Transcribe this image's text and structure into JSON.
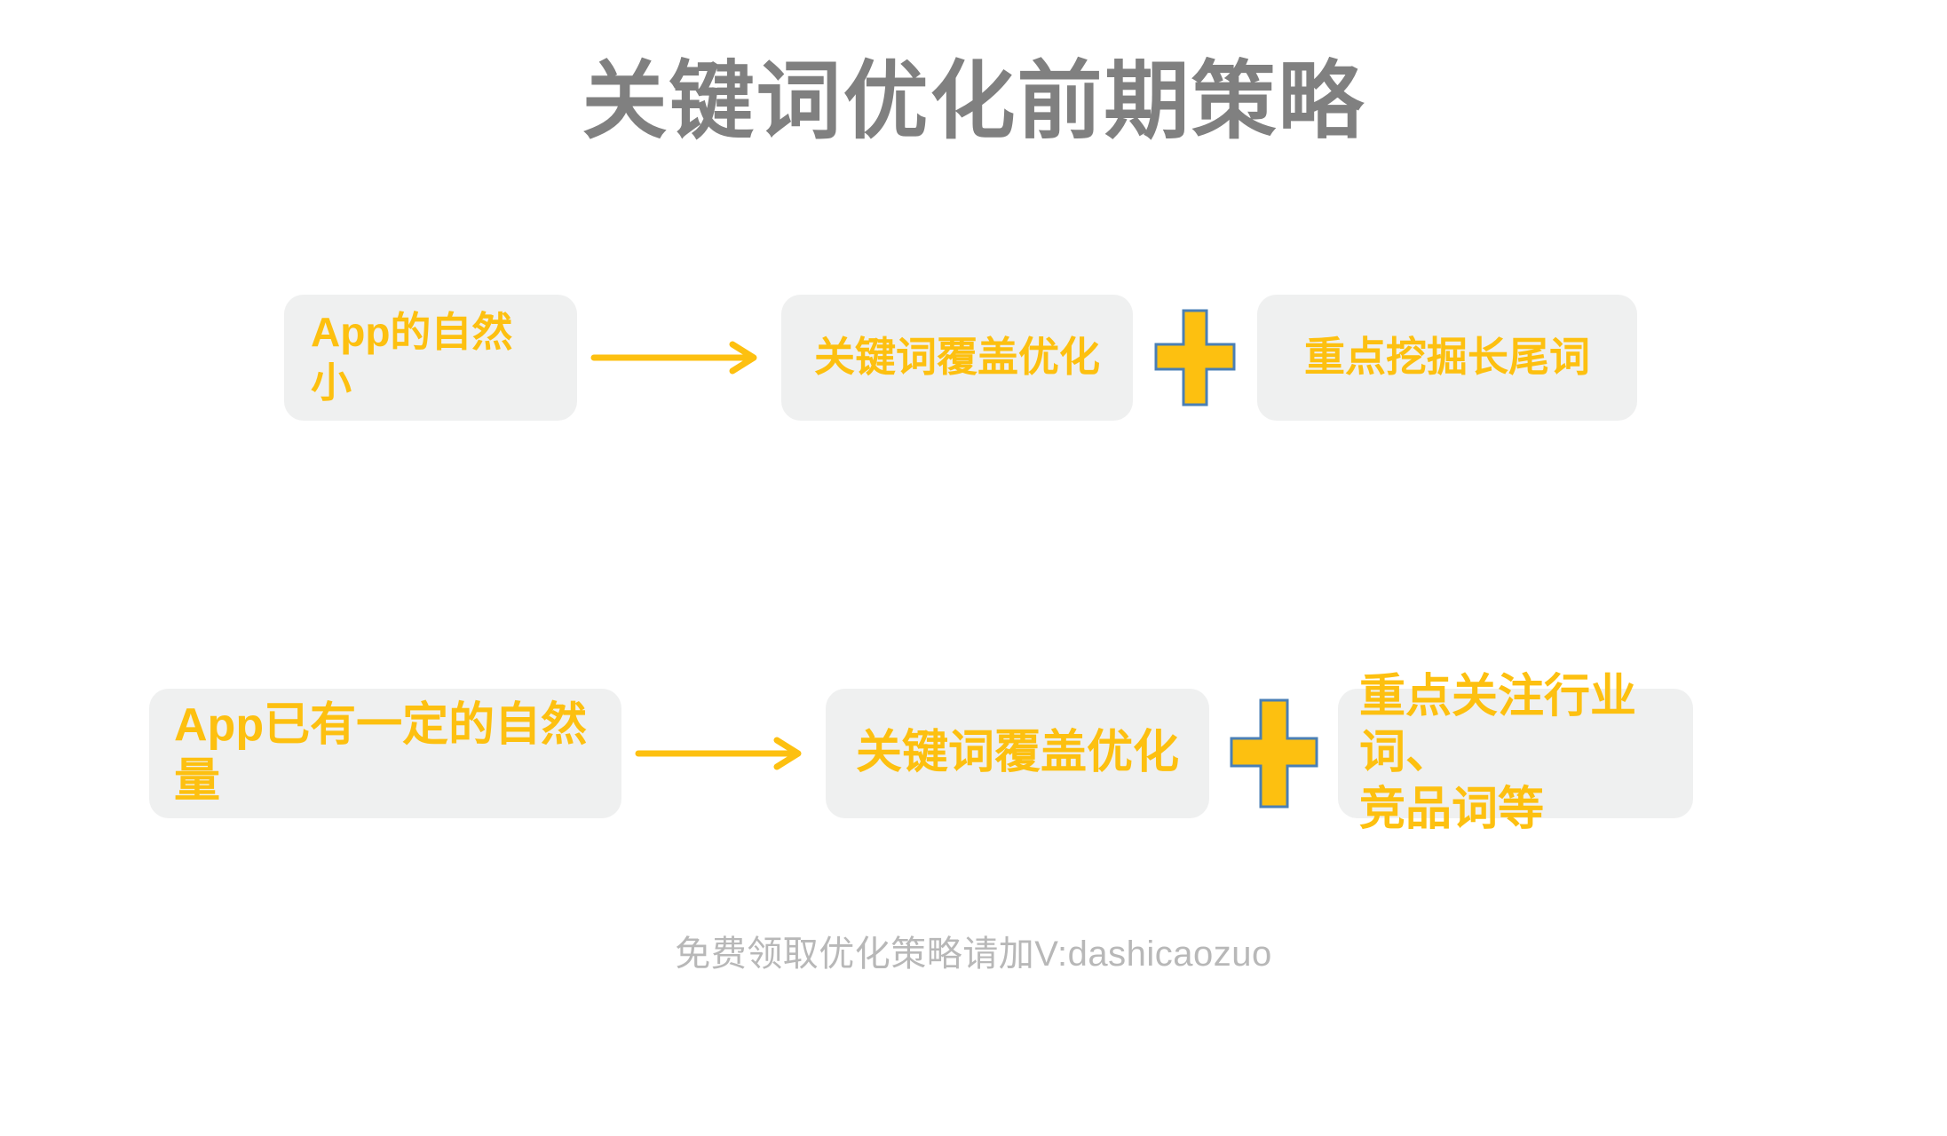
{
  "slide": {
    "background_color": "#ffffff",
    "title": "关键词优化前期策略",
    "title_color": "#808080",
    "accent_color": "#FDC010",
    "chip_background": "#eff0f0",
    "plus_stroke_color": "#4a7fb5",
    "footer_color": "#b8b8b8"
  },
  "rows": [
    {
      "id": "row-1",
      "chips": [
        {
          "label": "App的自然小"
        },
        {
          "label": "关键词覆盖优化"
        },
        {
          "label": "重点挖掘长尾词"
        }
      ],
      "arrow_icon": "arrow-right-icon",
      "plus_icon": "plus-icon"
    },
    {
      "id": "row-2",
      "chips": [
        {
          "label": "App已有一定的自然量"
        },
        {
          "label": "关键词覆盖优化"
        },
        {
          "label": "重点关注行业词、\n竞品词等"
        }
      ],
      "arrow_icon": "arrow-right-icon",
      "plus_icon": "plus-icon"
    }
  ],
  "footer": {
    "note": "免费领取优化策略请加V:dashicaozuo"
  }
}
